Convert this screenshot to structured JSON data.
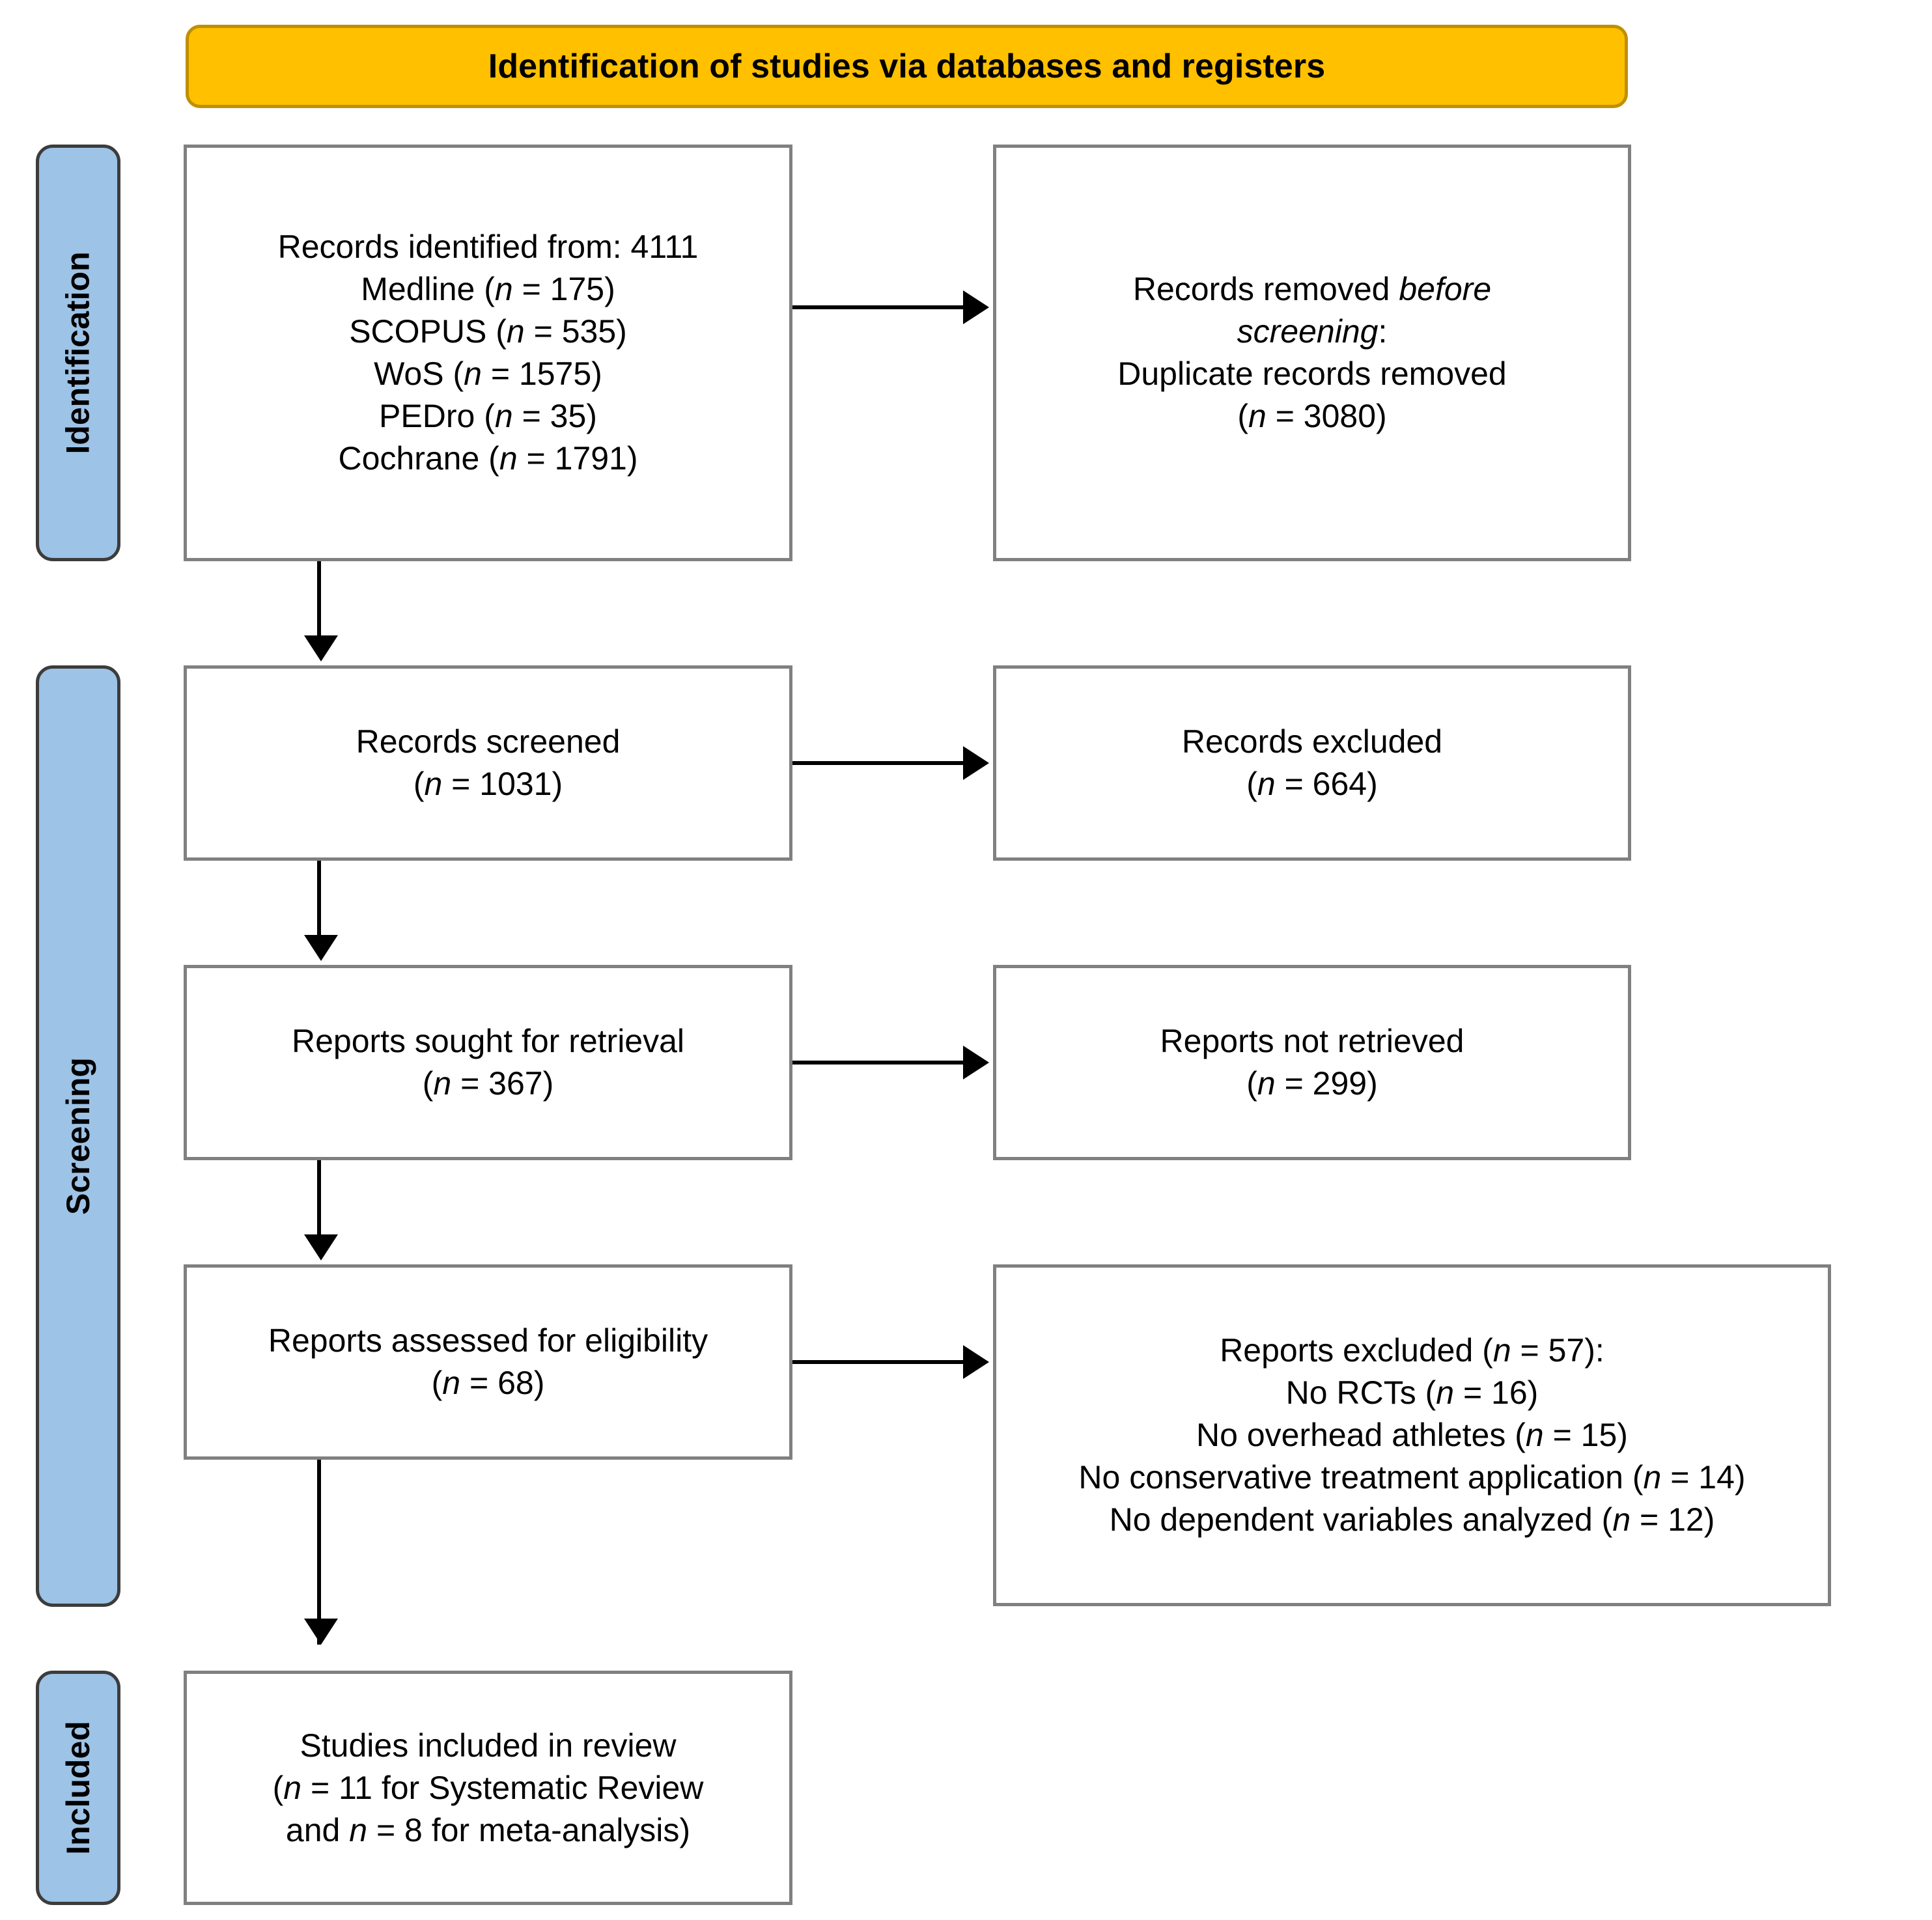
{
  "header": {
    "title": "Identification of studies via databases and registers"
  },
  "stages": [
    {
      "id": "identification",
      "label": "Identification"
    },
    {
      "id": "screening",
      "label": "Screening"
    },
    {
      "id": "included",
      "label": "Included"
    }
  ],
  "boxes": {
    "identified": {
      "lines": [
        "Records identified from: 4111",
        "Medline (<em>n</em> = 175)",
        "SCOPUS (<em>n</em> = 535)",
        "WoS (<em>n</em> = 1575)",
        "PEDro (<em>n</em> = 35)",
        "Cochrane (<em>n</em> = 1791)"
      ],
      "total": 4111,
      "sources": [
        {
          "name": "Medline",
          "n": 175
        },
        {
          "name": "SCOPUS",
          "n": 535
        },
        {
          "name": "WoS",
          "n": 1575
        },
        {
          "name": "PEDro",
          "n": 35
        },
        {
          "name": "Cochrane",
          "n": 1791
        }
      ]
    },
    "removed_before_screening": {
      "lines": [
        "Records removed <em>before</em>",
        "<em>screening</em>:",
        "Duplicate records removed",
        "(<em>n</em> = 3080)"
      ],
      "n": 3080
    },
    "screened": {
      "lines": [
        "Records screened",
        "(<em>n</em> = 1031)"
      ],
      "n": 1031
    },
    "records_excluded": {
      "lines": [
        "Records excluded",
        "(<em>n</em> = 664)"
      ],
      "n": 664
    },
    "sought_for_retrieval": {
      "lines": [
        "Reports sought for retrieval",
        "(<em>n</em> = 367)"
      ],
      "n": 367
    },
    "not_retrieved": {
      "lines": [
        "Reports not retrieved",
        "(<em>n</em> = 299)"
      ],
      "n": 299
    },
    "assessed_for_eligibility": {
      "lines": [
        "Reports assessed for eligibility",
        "(<em>n</em> = 68)"
      ],
      "n": 68
    },
    "reports_excluded": {
      "lines": [
        "Reports excluded (<em>n</em> = 57):",
        "No RCTs (<em>n</em> = 16)",
        "No overhead athletes (<em>n</em> = 15)",
        "No conservative treatment application (<em>n</em> = 14)",
        "No dependent variables analyzed (<em>n</em> = 12)"
      ],
      "total": 57,
      "reasons": [
        {
          "reason": "No RCTs",
          "n": 16
        },
        {
          "reason": "No overhead athletes",
          "n": 15
        },
        {
          "reason": "No conservative treatment application",
          "n": 14
        },
        {
          "reason": "No dependent variables analyzed",
          "n": 12
        }
      ]
    },
    "studies_included": {
      "lines": [
        "Studies included in review",
        "(<em>n</em> = 11 for Systematic Review",
        "and <em>n</em> = 8 for meta-analysis)"
      ],
      "n_systematic_review": 11,
      "n_meta_analysis": 8
    }
  },
  "colors": {
    "header_fill": "#FFC000",
    "header_border": "#BF9000",
    "stage_fill": "#9DC3E6",
    "stage_border": "#3C3C3C",
    "box_border": "#808080",
    "box_fill": "#FFFFFF",
    "arrow": "#000000",
    "text": "#000000"
  }
}
